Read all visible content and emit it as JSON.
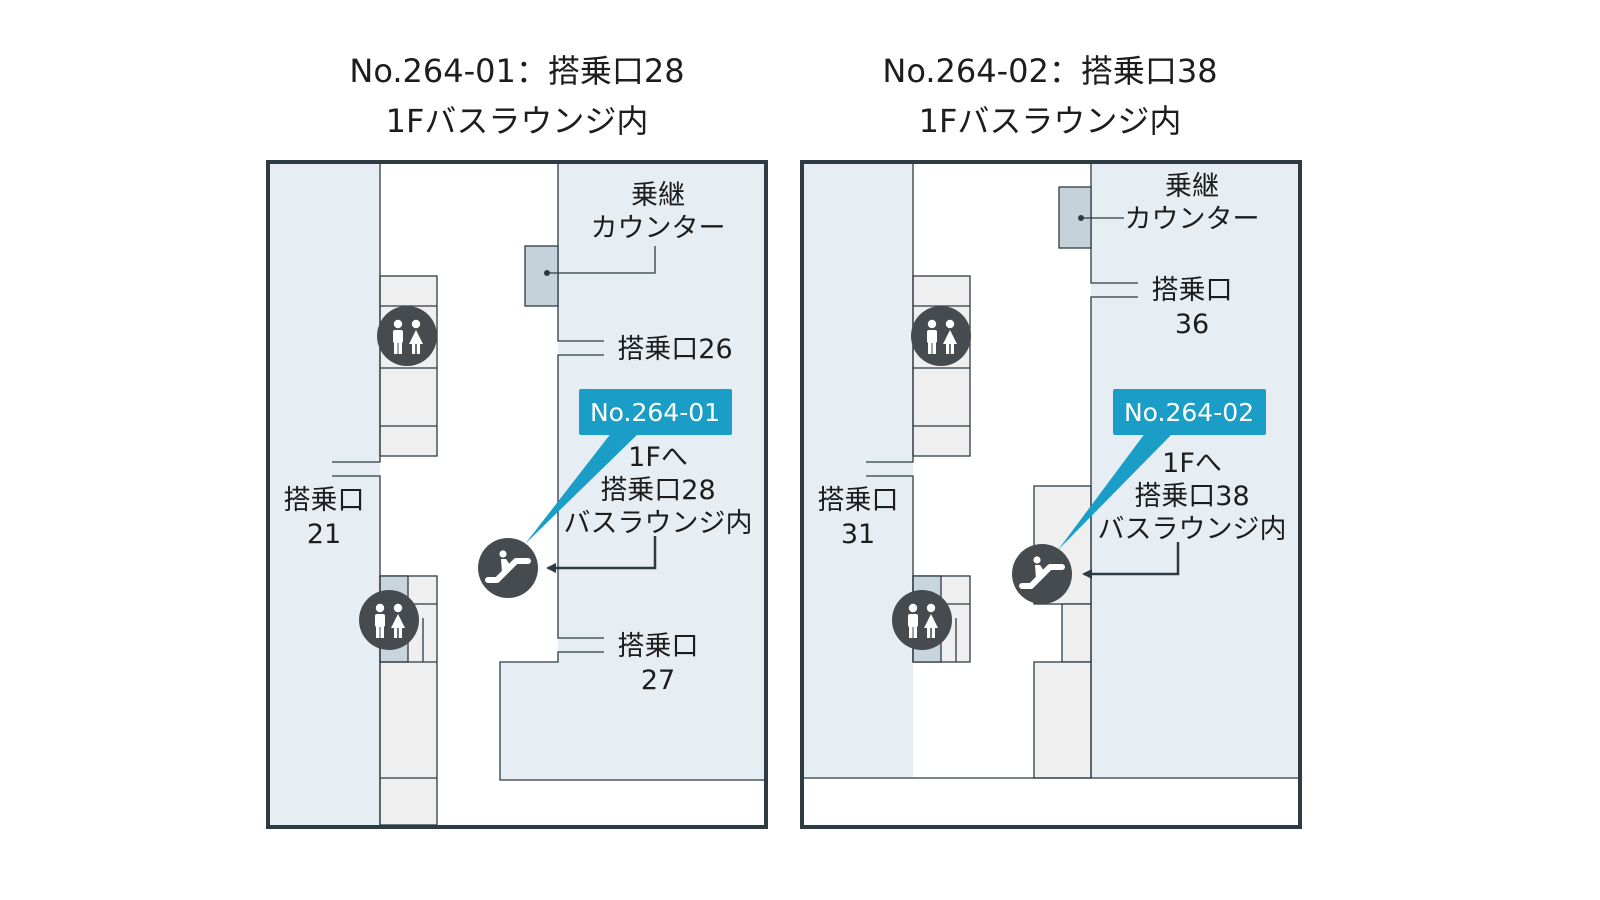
{
  "colors": {
    "frame": "#2e3b43",
    "zone_fill": "#e6eef4",
    "block_fill": "#efefef",
    "counter_fill": "#c5d2da",
    "toilet_base": "#c8d5dd",
    "icon_fill": "#464b50",
    "callout": "#1a9ec7",
    "callout_text": "#ffffff",
    "text": "#1d1d1d"
  },
  "icons": {
    "toilet": "restroom-icon",
    "escalator": "escalator-icon"
  },
  "maps": [
    {
      "title_line1": "No.264-01：搭乗口28",
      "title_line2": "1Fバスラウンジ内",
      "callout": "No.264-01",
      "direction_lines": [
        "1Fへ",
        "搭乗口28",
        "バスラウンジ内"
      ],
      "labels": {
        "counter": [
          "乗継",
          "カウンター"
        ],
        "gate_top": [
          "搭乗口26"
        ],
        "gate_left": [
          "搭乗口",
          "21"
        ],
        "gate_bottom": [
          "搭乗口",
          "27"
        ]
      }
    },
    {
      "title_line1": "No.264-02：搭乗口38",
      "title_line2": "1Fバスラウンジ内",
      "callout": "No.264-02",
      "direction_lines": [
        "1Fへ",
        "搭乗口38",
        "バスラウンジ内"
      ],
      "labels": {
        "counter": [
          "乗継",
          "カウンター"
        ],
        "gate_top": [
          "搭乗口",
          "36"
        ],
        "gate_left": [
          "搭乗口",
          "31"
        ]
      }
    }
  ]
}
